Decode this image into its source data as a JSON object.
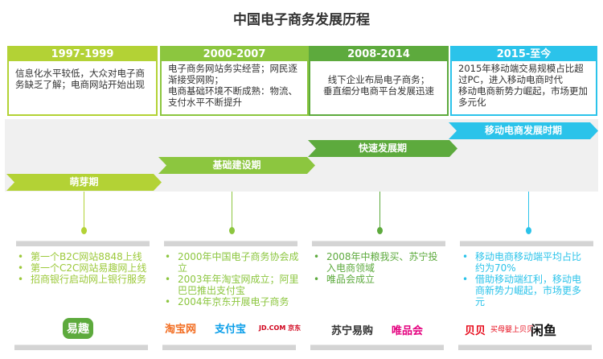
{
  "title": "中国电子商务发展历程",
  "colors": {
    "lime": "#b3d235",
    "green": "#8cc63f",
    "darkgreen": "#5daa3d",
    "cyan": "#2bc3ea"
  },
  "periods": [
    {
      "years": "1997-1999",
      "desc": "信息化水平较低，大众对电子商务缺乏了解；电商网站开始出现",
      "stage": "萌芽期",
      "events": [
        "第一个B2C网站8848上线",
        "第一个C2C网站易趣网上线",
        "招商银行启动网上银行服务"
      ],
      "logos": [
        "易趣"
      ]
    },
    {
      "years": "2000-2007",
      "desc": "电子商务网站务实经营；网民逐渐接受网购；\n电商基础环境不断成熟：物流、支付水平不断提升",
      "stage": "基础建设期",
      "events": [
        "2000年中国电子商务协会成立",
        "2003年年淘宝网成立；阿里巴巴推出支付宝",
        "2004年京东开展电子商务"
      ],
      "logos": [
        "淘宝网",
        "支付宝",
        "JD.COM 京东"
      ]
    },
    {
      "years": "2008-2014",
      "desc": "线下企业布局电子商务；\n垂直细分电商平台发展迅速",
      "stage": "快速发展期",
      "events": [
        "2008年中粮我买、苏宁投入电商领域",
        "唯品会成立"
      ],
      "logos": [
        "苏宁易购",
        "唯品会"
      ]
    },
    {
      "years": "2015-至今",
      "desc": "2015年移动端交易规模占比超过PC，进入移动电商时代\n移动电商新势力崛起，市场更加多元化",
      "stage": "移动电商发展时期",
      "events": [
        "移动电商移动端平均占比约为70%",
        "借助移动端红利，移动电商新势力崛起，市场更多元"
      ],
      "logos": [
        "贝贝",
        "买母婴上贝贝",
        "闲鱼"
      ]
    }
  ]
}
